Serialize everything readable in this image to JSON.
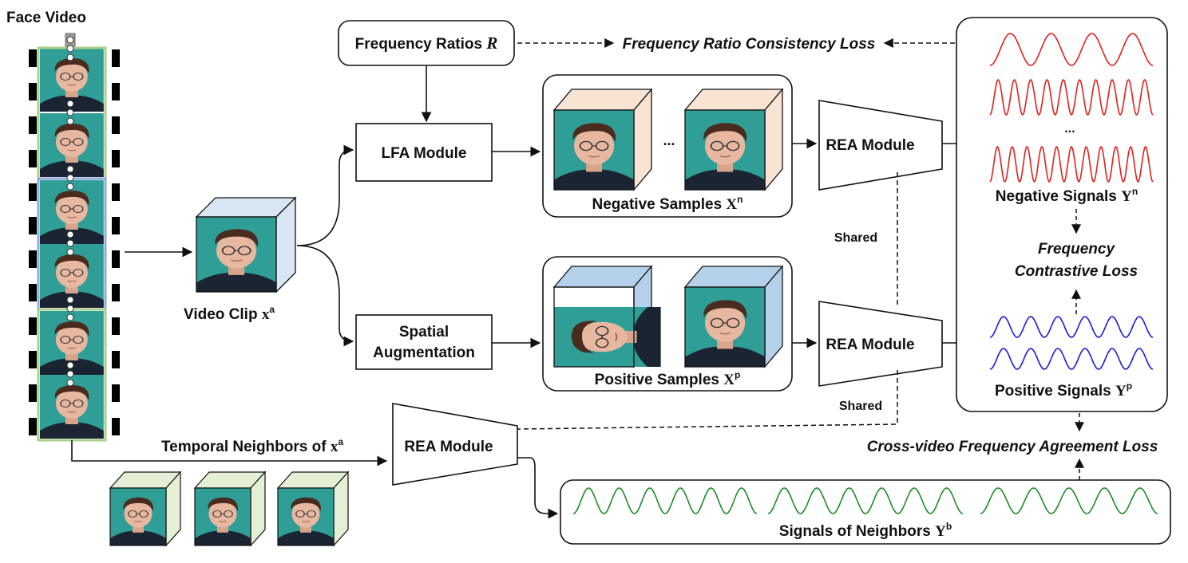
{
  "face_video": {
    "title": "Face Video"
  },
  "video_clip": {
    "label": "Video Clip ",
    "symbol": "x",
    "sup": "a"
  },
  "temporal": {
    "label": "Temporal Neighbors of ",
    "symbol": "x",
    "sup": "a"
  },
  "freq_ratios": {
    "label": "Frequency Ratios ",
    "symbol": "R"
  },
  "freq_ratio_loss": {
    "label": "Frequency Ratio Consistency Loss"
  },
  "lfa_module": {
    "label": "LFA Module"
  },
  "spatial_aug": {
    "line1": "Spatial",
    "line2": "Augmentation"
  },
  "negative_samples": {
    "label": "Negative Samples ",
    "symbol": "X",
    "sup": "n",
    "dots": "..."
  },
  "positive_samples": {
    "label": "Positive Samples ",
    "symbol": "X",
    "sup": "p"
  },
  "rea_module": {
    "label": "REA Module"
  },
  "shared": {
    "label": "Shared"
  },
  "negative_signals": {
    "label": "Negative Signals ",
    "symbol": "Y",
    "sup": "n",
    "dots": "..."
  },
  "positive_signals": {
    "label": "Positive Signals ",
    "symbol": "Y",
    "sup": "p"
  },
  "freq_contrastive_loss": {
    "line1": "Frequency",
    "line2": "Contrastive Loss"
  },
  "cross_video_loss": {
    "label": "Cross-video Frequency Agreement Loss"
  },
  "neighbor_signals": {
    "label": "Signals of Neighbors ",
    "symbol": "Y",
    "sup": "b"
  },
  "colors": {
    "face_bg": "#2e9e97",
    "neg_cube": "#f9e3d2",
    "pos_cube": "#b5d0ea",
    "clip_cube": "#d9e7f4",
    "neighbor_cube": "#e3f0d6",
    "neg_signal": "#e0201e",
    "pos_signal": "#1a1adf",
    "neighbor_signal": "#1d8a28",
    "film_green": "#a8d08d",
    "film_blue": "#8faadc"
  }
}
